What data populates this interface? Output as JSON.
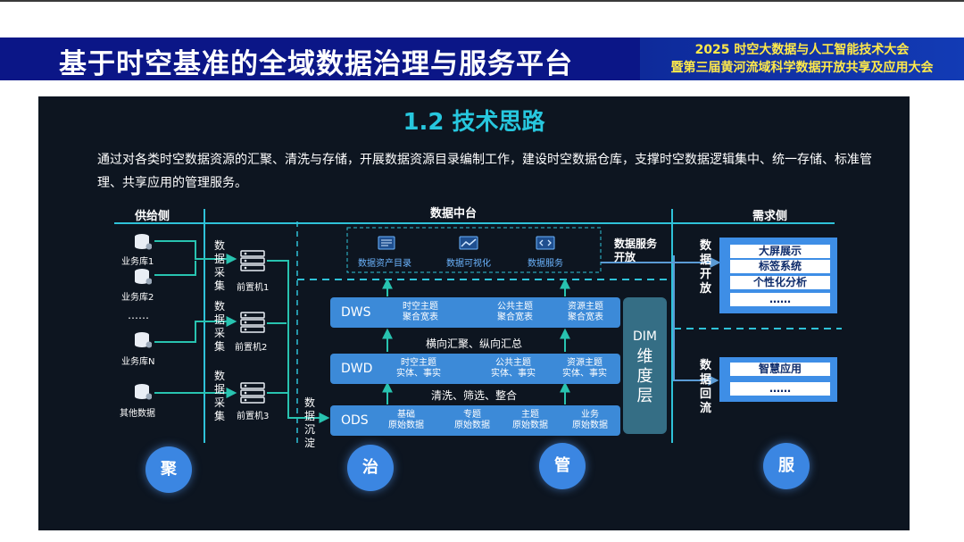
{
  "banner": {
    "title": "基于时空基准的全域数据治理与服务平台",
    "conference_line1": "2025 时空大数据与人工智能技术大会",
    "conference_line2": "暨第三届黄河流域科学数据开放共享及应用大会"
  },
  "section": {
    "title": "1.2 技术思路",
    "intro": "通过对各类时空数据资源的汇聚、清洗与存储，开展数据资源目录编制工作，建设时空数据仓库，支撑时空数据逻辑集中、统一存储、标准管理、共享应用的管理服务。"
  },
  "columns": {
    "supply": "供给侧",
    "middle": "数据中台",
    "demand": "需求侧"
  },
  "supply": {
    "databases": [
      "业务库1",
      "业务库2",
      "业务库N",
      "其他数据"
    ],
    "ellipsis": "……",
    "collect_label": "数据采集",
    "front_machines": [
      "前置机1",
      "前置机2",
      "前置机3"
    ],
    "settle_label": "数据沉淀"
  },
  "middle": {
    "services": [
      "数据资产目录",
      "数据可视化",
      "数据服务"
    ],
    "service_open": "数据服务开放",
    "layers": [
      {
        "name": "DWS",
        "cells": [
          "时空主题\n聚合宽表",
          "公共主题\n聚合宽表",
          "资源主题\n聚合宽表"
        ]
      },
      {
        "name": "DWD",
        "cells": [
          "时空主题\n实体、事实",
          "公共主题\n实体、事实",
          "资源主题\n实体、事实"
        ]
      },
      {
        "name": "ODS",
        "cells": [
          "基础\n原始数据",
          "专题\n原始数据",
          "主题\n原始数据",
          "业务\n原始数据"
        ]
      }
    ],
    "between_upper": "横向汇聚、纵向汇总",
    "between_lower": "清洗、筛选、整合",
    "dim_en": "DIM",
    "dim_cn": "维度层"
  },
  "demand": {
    "open_label": "数据开放",
    "open_items": [
      "大屏展示",
      "标签系统",
      "个性化分析",
      "……"
    ],
    "return_label": "数据回流",
    "return_items": [
      "智慧应用",
      "……"
    ]
  },
  "stages": [
    "聚",
    "治",
    "管",
    "服"
  ],
  "colors": {
    "banner": "#0b1687",
    "panel": "#0d1520",
    "accent": "#27c7de",
    "layer": "#3c8ad8",
    "arrow": "#5b9bd5"
  }
}
